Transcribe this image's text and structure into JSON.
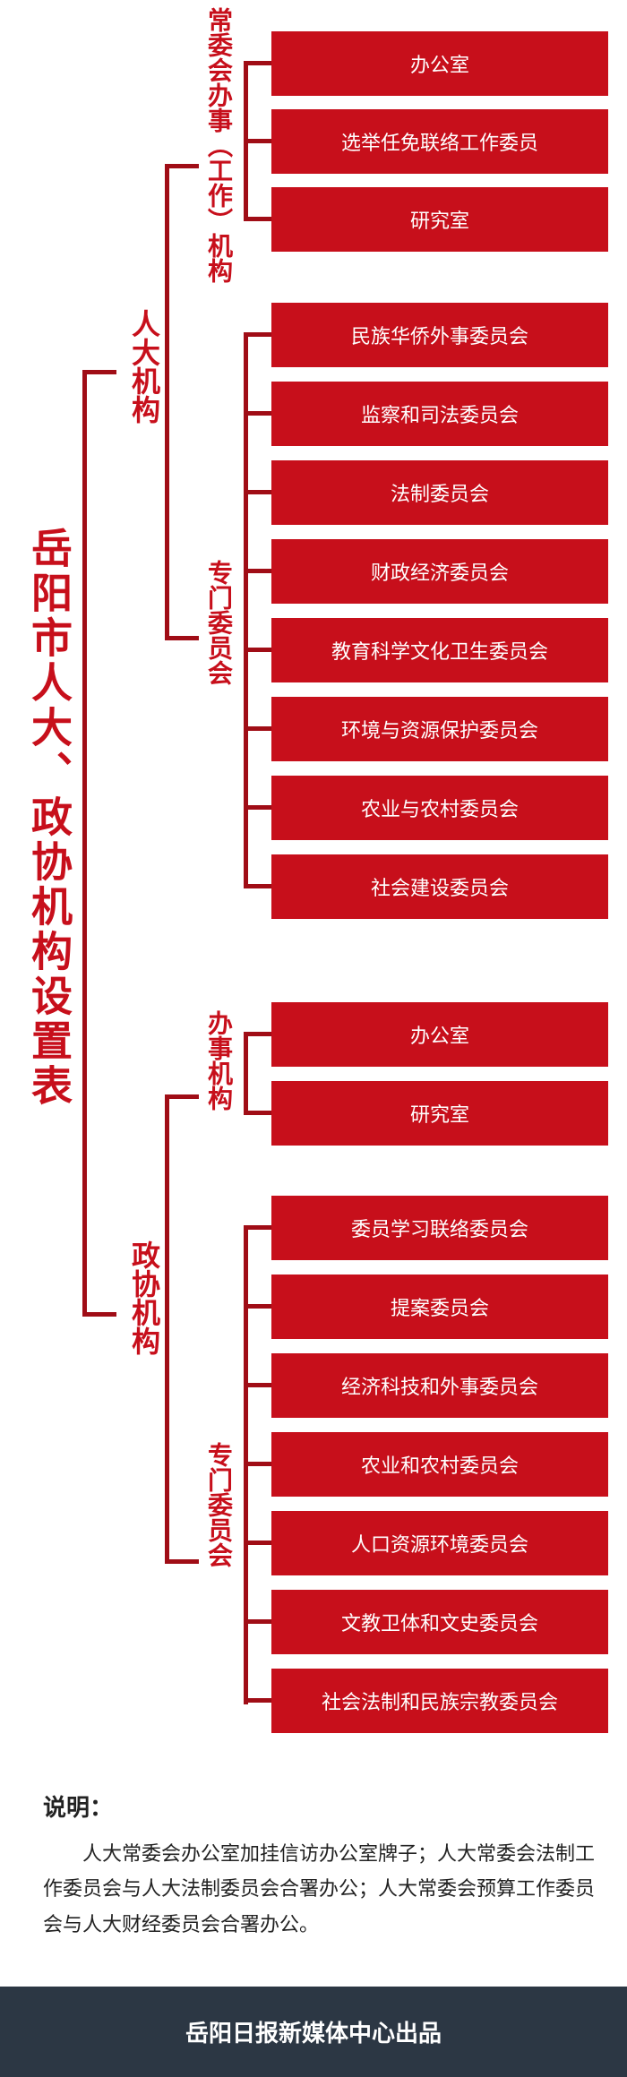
{
  "title": "岳阳市人大、政协机构设置表",
  "renda": {
    "label": "人大机构",
    "standing": {
      "label": "常委会办事（工作）机构",
      "items": [
        "办公室",
        "选举任免联络工作委员",
        "研究室"
      ]
    },
    "special": {
      "label": "专门委员会",
      "items": [
        "民族华侨外事委员会",
        "监察和司法委员会",
        "法制委员会",
        "财政经济委员会",
        "教育科学文化卫生委员会",
        "环境与资源保护委员会",
        "农业与农村委员会",
        "社会建设委员会"
      ]
    }
  },
  "zhengxie": {
    "label": "政协机构",
    "office": {
      "label": "办事机构",
      "items": [
        "办公室",
        "研究室"
      ]
    },
    "special": {
      "label": "专门委员会",
      "items": [
        "委员学习联络委员会",
        "提案委员会",
        "经济科技和外事委员会",
        "农业和农村委员会",
        "人口资源环境委员会",
        "文教卫体和文史委员会",
        "社会法制和民族宗教委员会"
      ]
    }
  },
  "note": {
    "title": "说明：",
    "body": "人大常委会办公室加挂信访办公室牌子；人大常委会法制工作委员会与人大法制委员会合署办公；人大常委会预算工作委员会与人大财经委员会合署办公。"
  },
  "footer": "岳阳日报新媒体中心出品",
  "colors": {
    "accent": "#c70f1b",
    "connector": "#a00d16",
    "footer_bg": "#2c3744"
  }
}
